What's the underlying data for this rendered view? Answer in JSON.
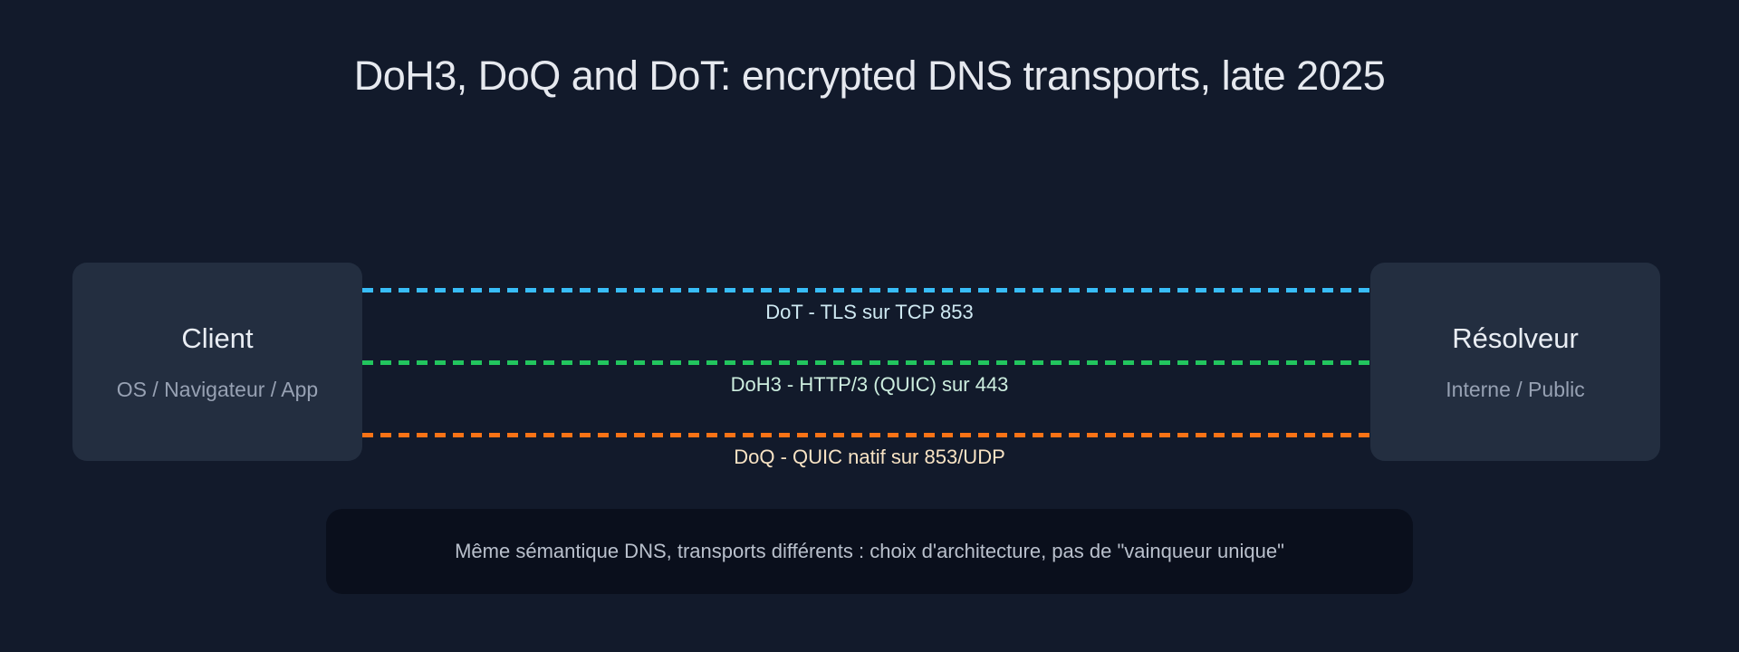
{
  "page": {
    "title": "DoH3, DoQ and DoT: encrypted DNS transports, late 2025",
    "background_color": "#121A2B"
  },
  "client": {
    "title": "Client",
    "subtitle": "OS / Navigateur / App"
  },
  "resolver": {
    "title": "Résolveur",
    "subtitle": "Interne / Public"
  },
  "transports": [
    {
      "id": "dot",
      "label": "DoT - TLS sur TCP 853",
      "line_color": "#38BDF8",
      "label_color": "#CFE9F2"
    },
    {
      "id": "doh3",
      "label": "DoH3 - HTTP/3 (QUIC) sur 443",
      "line_color": "#22C55E",
      "label_color": "#CDEEDF"
    },
    {
      "id": "doq",
      "label": "DoQ - QUIC natif sur 853/UDP",
      "line_color": "#F97316",
      "label_color": "#F8E3C4"
    }
  ],
  "footnote": {
    "text": "Même sémantique DNS, transports différents : choix d'architecture, pas de \"vainqueur unique\""
  }
}
